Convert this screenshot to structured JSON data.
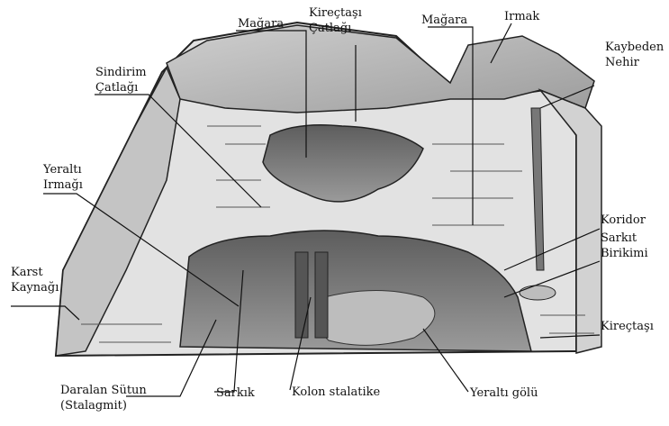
{
  "labels": {
    "magara_top": "Mağara",
    "kirectasi_catlagi": [
      "Kireçtaşı",
      "Çatlağı"
    ],
    "magara_right": "Mağara",
    "irmak": "Irmak",
    "kaybeden_nehir": [
      "Kaybeden",
      "Nehir"
    ],
    "sindirim_catlagi": [
      "Sindirim",
      "Çatlağı"
    ],
    "yeralti_irmagi": [
      "Yeraltı",
      "Irmağı"
    ],
    "karst_kaynagi": [
      "Karst",
      "Kaynağı"
    ],
    "koridor": "Koridor",
    "sarkit_birikimi": [
      "Sarkıt",
      "Birikimi"
    ],
    "kirectasi": "Kireçtaşı",
    "daralan_sutun": [
      "Daralan Sütun",
      "(Stalagmit)"
    ],
    "sarkik": "Sarkık",
    "kolon_stalatike": "Kolon stalatike",
    "yeralti_golu": "Yeraltı gölü"
  },
  "colors": {
    "rock": "#dcdcdc",
    "line": "#222222",
    "cave": "#7a7a7a",
    "water": "#bdbdbd"
  }
}
